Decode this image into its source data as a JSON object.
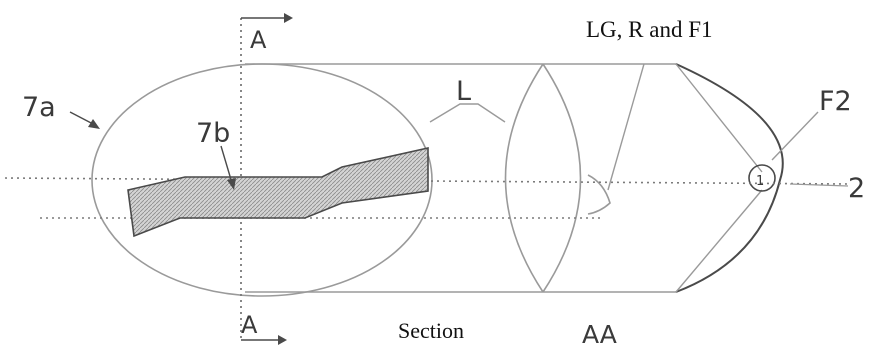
{
  "labels": {
    "section_marker_top": "A",
    "section_marker_bottom": "A",
    "component_7a": "7a",
    "component_7b": "7b",
    "component_L": "L",
    "component_F2": "F2",
    "component_1": "1",
    "axis_2": "2",
    "lg_r_f1": "LG, R and F1",
    "section_word": "Section",
    "section_id": "AA"
  },
  "colors": {
    "line_gray": "#9a9a9a",
    "line_dark": "#4a4a4a",
    "hatch_fill": "#c8c8c8"
  }
}
